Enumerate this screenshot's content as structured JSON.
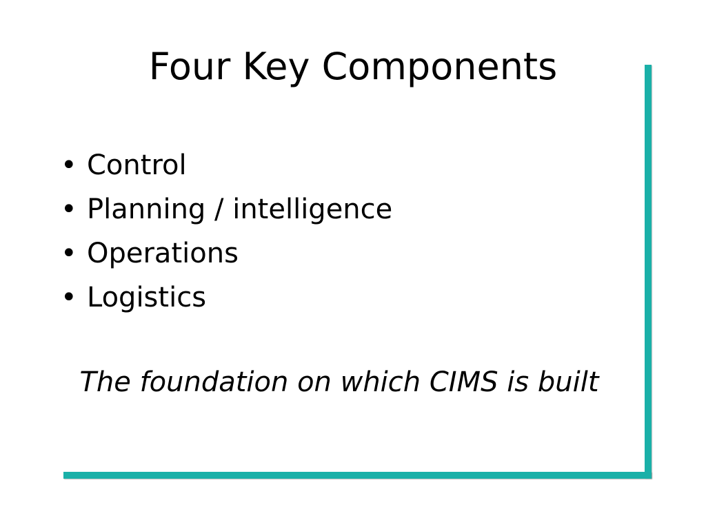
{
  "slide": {
    "title": "Four Key Components",
    "bullet_glyph": "•",
    "bullets": [
      "Control",
      "Planning / intelligence",
      "Operations",
      "Logistics"
    ],
    "tagline": "The foundation on which CIMS is built"
  },
  "colors": {
    "accent": "#1ab0a8",
    "text": "#000000",
    "background": "#ffffff"
  }
}
